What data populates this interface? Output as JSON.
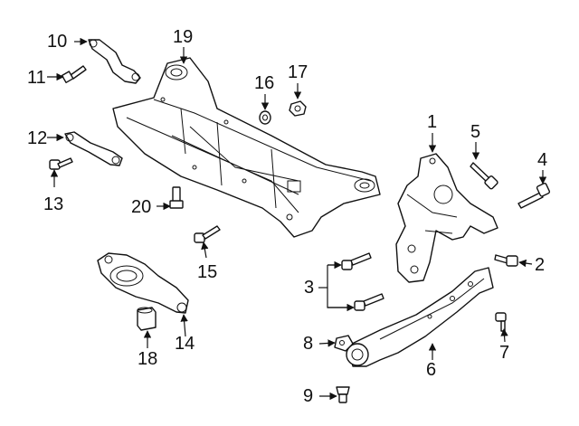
{
  "diagram": {
    "callouts": [
      {
        "id": "c1",
        "label": "1"
      },
      {
        "id": "c2",
        "label": "2"
      },
      {
        "id": "c3",
        "label": "3"
      },
      {
        "id": "c4",
        "label": "4"
      },
      {
        "id": "c5",
        "label": "5"
      },
      {
        "id": "c6",
        "label": "6"
      },
      {
        "id": "c7",
        "label": "7"
      },
      {
        "id": "c8",
        "label": "8"
      },
      {
        "id": "c9",
        "label": "9"
      },
      {
        "id": "c10",
        "label": "10"
      },
      {
        "id": "c11",
        "label": "11"
      },
      {
        "id": "c12",
        "label": "12"
      },
      {
        "id": "c13",
        "label": "13"
      },
      {
        "id": "c14",
        "label": "14"
      },
      {
        "id": "c15",
        "label": "15"
      },
      {
        "id": "c16",
        "label": "16"
      },
      {
        "id": "c17",
        "label": "17"
      },
      {
        "id": "c18",
        "label": "18"
      },
      {
        "id": "c19",
        "label": "19"
      },
      {
        "id": "c20",
        "label": "20"
      }
    ],
    "line_color": "#111111",
    "background": "#ffffff"
  }
}
